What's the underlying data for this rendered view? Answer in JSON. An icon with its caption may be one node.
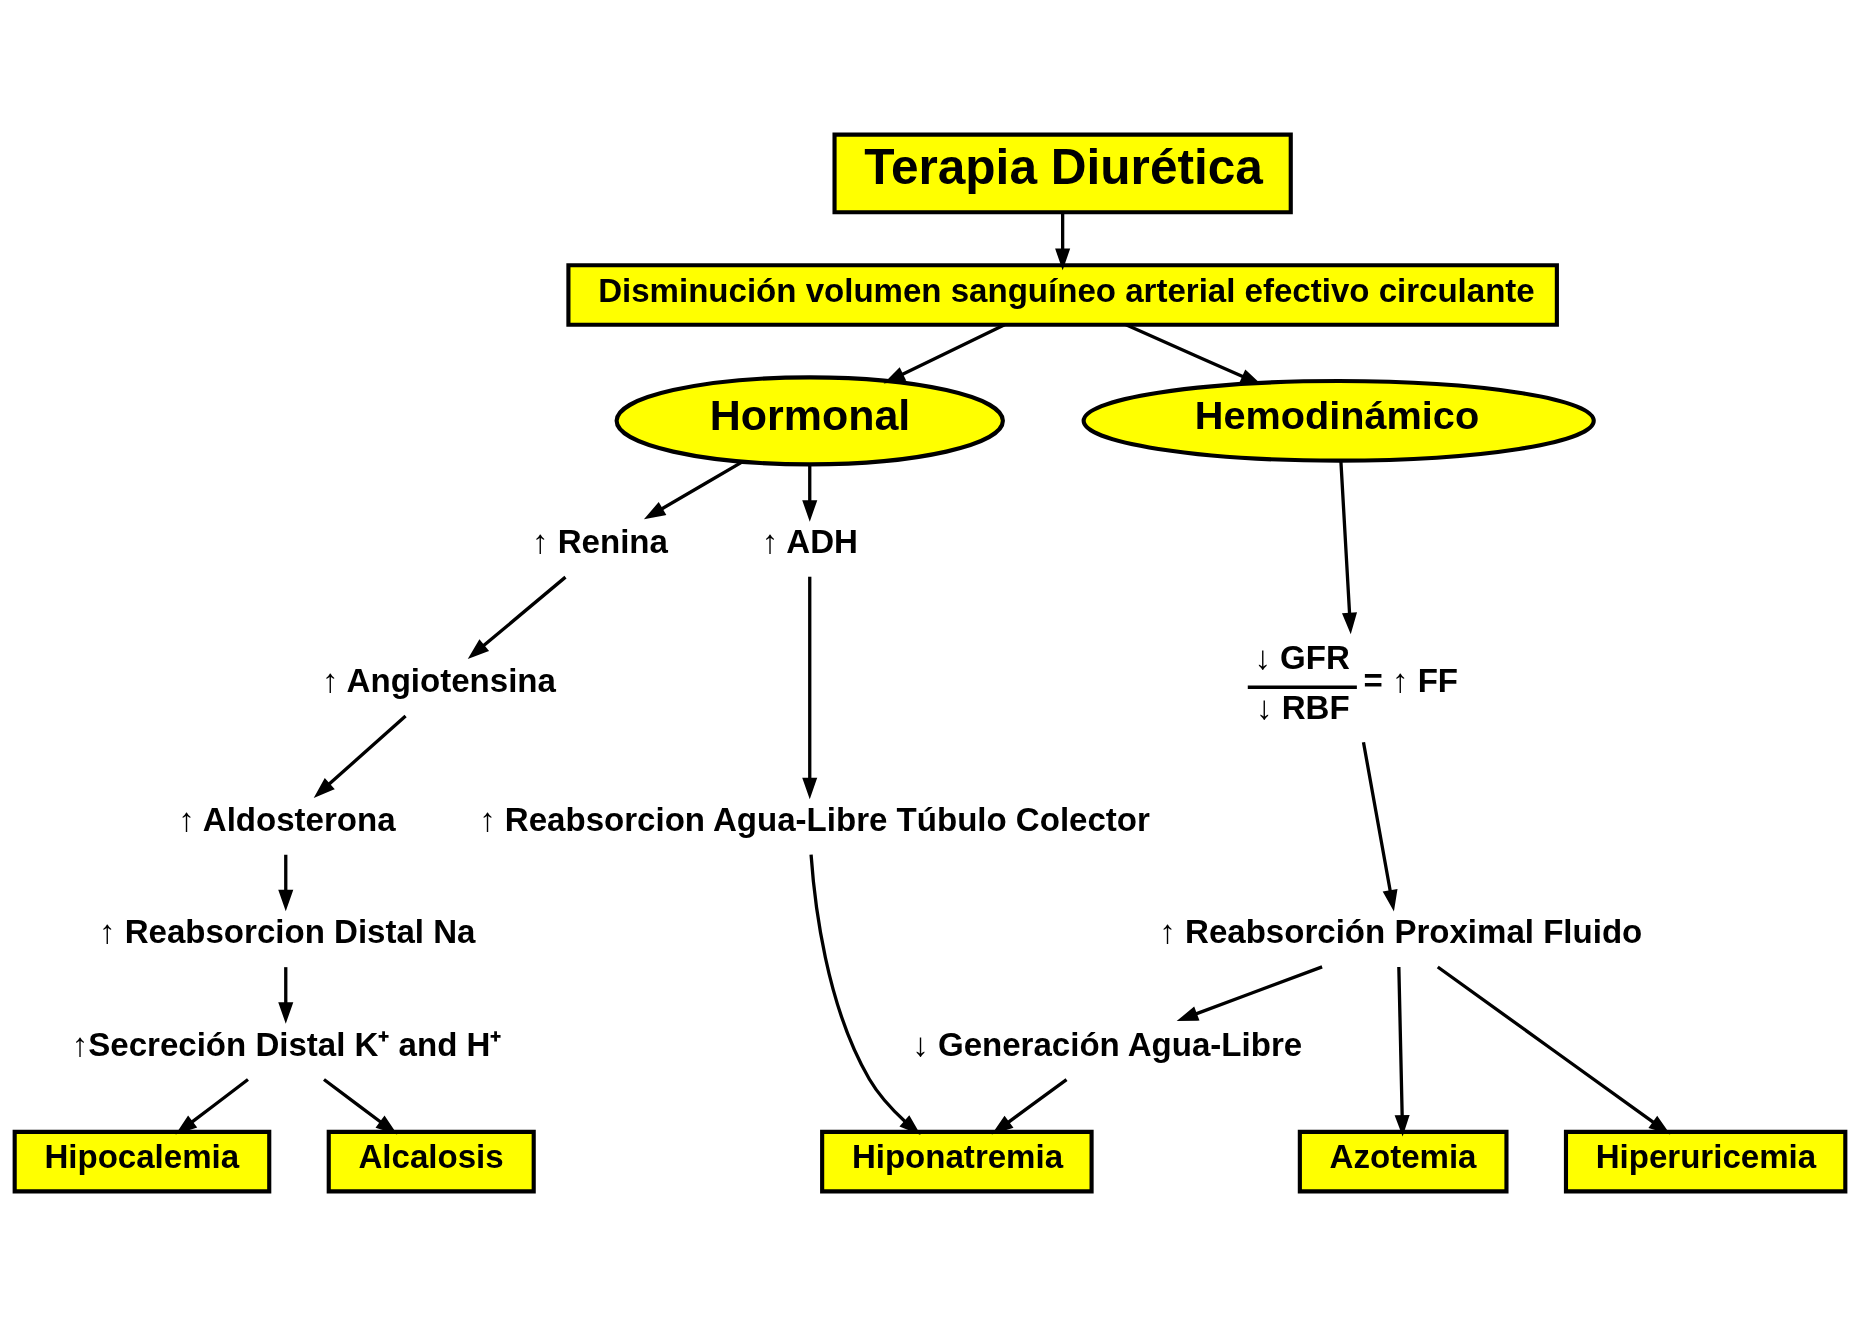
{
  "diagram": {
    "nodes": [
      {
        "text": [
          "Terapia Diurética"
        ]
      },
      {
        "text": [
          "Disminución volumen sanguíneo arterial efectivo circulante"
        ]
      },
      {
        "text": [
          "Hormonal"
        ]
      },
      {
        "text": [
          "Hemodinámico"
        ]
      },
      {
        "text": [
          "↑ Renina"
        ]
      },
      {
        "text": [
          "↑ ADH"
        ]
      },
      {
        "text": [
          "↑ Angiotensina"
        ]
      },
      {
        "text": [
          "↑ Aldosterona"
        ]
      },
      {
        "text": [
          "↑ Reabsorcion Distal Na"
        ]
      },
      {
        "text": [
          "↑Secreción Distal K⁺ and H⁺"
        ]
      },
      {
        "text": [
          "↑ Reabsorcion Agua-Libre Túbulo Colector"
        ]
      },
      {
        "text": [
          "↓ GFR",
          "↓ RBF",
          "= ↑ FF"
        ]
      },
      {
        "text": [
          "↑ Reabsorción Proximal Fluido"
        ]
      },
      {
        "text": [
          "↓ Generación Agua-Libre"
        ]
      },
      {
        "text": [
          "Hipocalemia"
        ]
      },
      {
        "text": [
          "Alcalosis"
        ]
      },
      {
        "text": [
          "Hiponatremia"
        ]
      },
      {
        "text": [
          "Azotemia"
        ]
      },
      {
        "text": [
          "Hiperuricemia"
        ]
      }
    ],
    "edges": [
      {
        "from": 0,
        "to": 1,
        "arrow": "to"
      },
      {
        "from": 1,
        "to": 2,
        "arrow": "to"
      },
      {
        "from": 1,
        "to": 3,
        "arrow": "to"
      },
      {
        "from": 2,
        "to": 4,
        "arrow": "to"
      },
      {
        "from": 2,
        "to": 5,
        "arrow": "to"
      },
      {
        "from": 4,
        "to": 6,
        "arrow": "to"
      },
      {
        "from": 6,
        "to": 7,
        "arrow": "to"
      },
      {
        "from": 7,
        "to": 8,
        "arrow": "to"
      },
      {
        "from": 8,
        "to": 9,
        "arrow": "to"
      },
      {
        "from": 9,
        "to": 14,
        "arrow": "to"
      },
      {
        "from": 9,
        "to": 15,
        "arrow": "to"
      },
      {
        "from": 5,
        "to": 10,
        "arrow": "to"
      },
      {
        "from": 10,
        "to": 16,
        "arrow": "to"
      },
      {
        "from": 3,
        "to": 11,
        "arrow": "to"
      },
      {
        "from": 11,
        "to": 12,
        "arrow": "to"
      },
      {
        "from": 12,
        "to": 13,
        "arrow": "to"
      },
      {
        "from": 12,
        "to": 17,
        "arrow": "to"
      },
      {
        "from": 12,
        "to": 18,
        "arrow": "to"
      },
      {
        "from": 13,
        "to": 16,
        "arrow": "to"
      }
    ]
  }
}
